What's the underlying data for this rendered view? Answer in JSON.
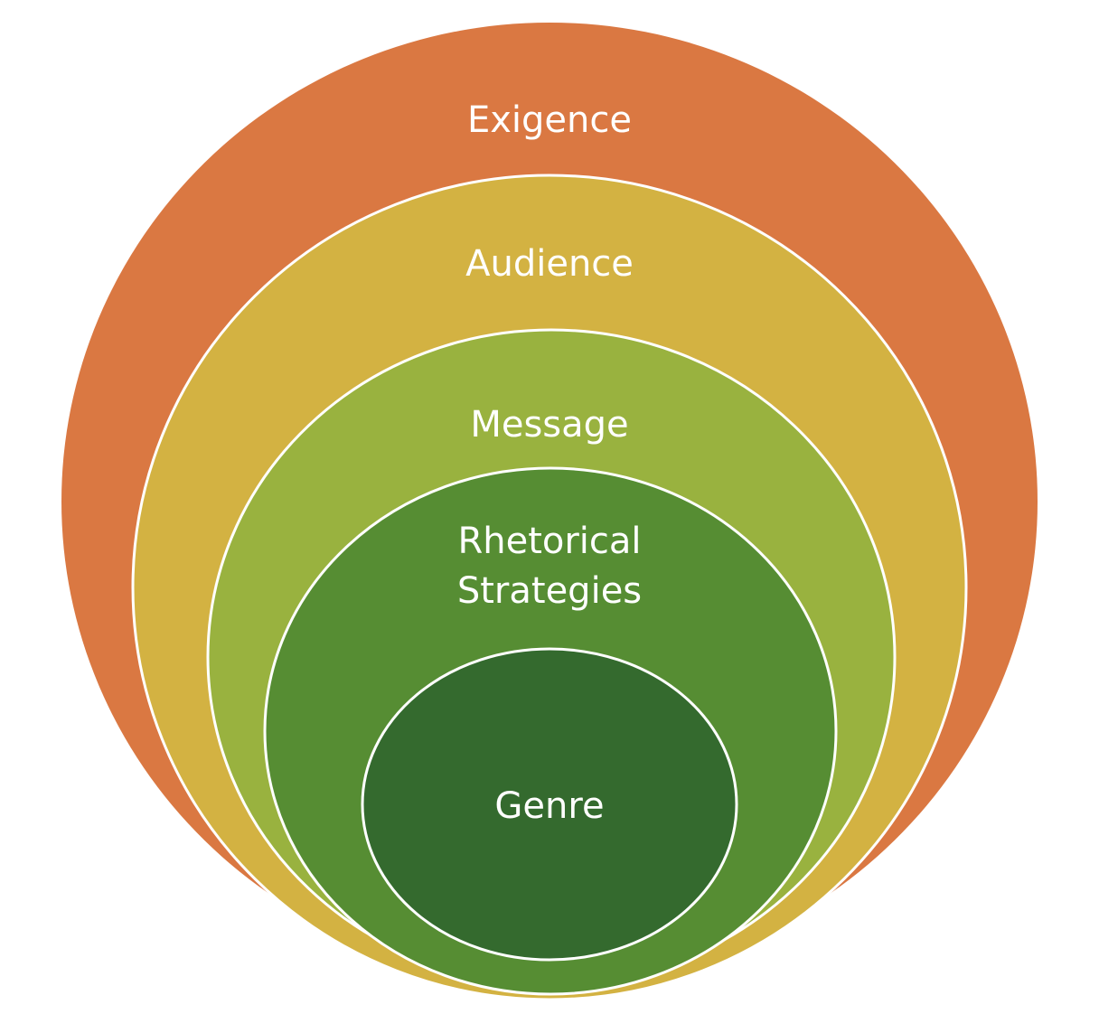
{
  "diagram": {
    "type": "nested-ellipses",
    "layers": [
      {
        "id": "exigence",
        "label_lines": [
          "Exigence"
        ],
        "color": "#DA7842"
      },
      {
        "id": "audience",
        "label_lines": [
          "Audience"
        ],
        "color": "#D3B242"
      },
      {
        "id": "message",
        "label_lines": [
          "Message"
        ],
        "color": "#99B23F"
      },
      {
        "id": "rhetorical-strategies",
        "label_lines": [
          "Rhetorical",
          "Strategies"
        ],
        "color": "#568D33"
      },
      {
        "id": "genre",
        "label_lines": [
          "Genre"
        ],
        "color": "#346A2E"
      }
    ],
    "border_color": "#FFFFFF",
    "text_color": "#FFFFFF"
  }
}
